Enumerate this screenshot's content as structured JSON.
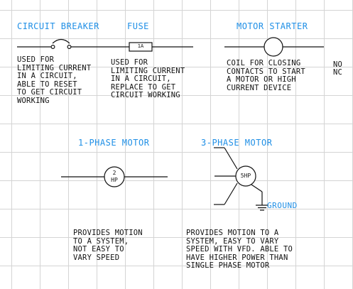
{
  "symbols": {
    "circuit_breaker": {
      "title": "CIRCUIT BREAKER",
      "description": "USED FOR\nLIMITING CURRENT\nIN A CIRCUIT,\nABLE TO RESET\nTO GET CIRCUIT\nWORKING"
    },
    "fuse": {
      "title": "FUSE",
      "rating": "1A",
      "description": "USED FOR\nLIMITING CURRENT\nIN A CIRCUIT,\nREPLACE TO GET\nCIRCUIT WORKING"
    },
    "motor_starter": {
      "title": "MOTOR STARTER",
      "description": "COIL FOR CLOSING\nCONTACTS TO START\nA MOTOR OR HIGH\nCURRENT DEVICE"
    },
    "contacts": {
      "no_label": "NO",
      "nc_label": "NC"
    },
    "single_phase_motor": {
      "title": "1-PHASE MOTOR",
      "rating_top": "2",
      "rating_bottom": "HP",
      "description": "PROVIDES MOTION\nTO A SYSTEM,\nNOT EASY TO\nVARY SPEED"
    },
    "three_phase_motor": {
      "title": "3-PHASE MOTOR",
      "rating": "5HP",
      "ground_label": "GROUND",
      "description": "PROVIDES MOTION TO A\nSYSTEM, EASY TO VARY\nSPEED WITH VFD. ABLE TO\nHAVE HIGHER POWER THAN\nSINGLE PHASE MOTOR"
    }
  },
  "colors": {
    "title": "#1f8fe6",
    "ground_label": "#1f8fe6",
    "grid": "#d4d4d4",
    "line": "#111111"
  }
}
